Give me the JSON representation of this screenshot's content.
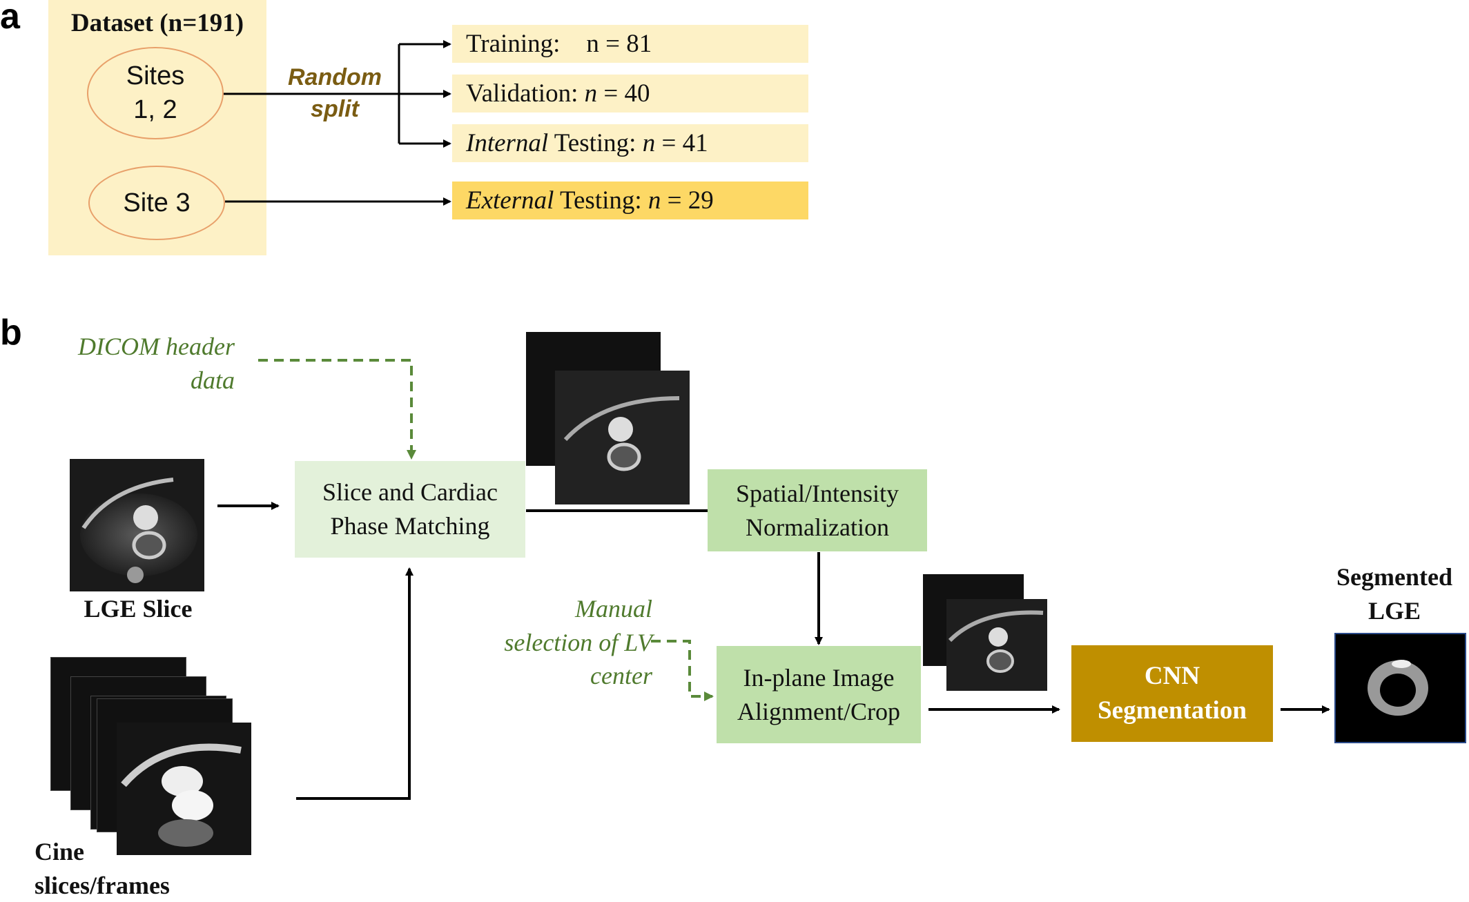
{
  "panel_a": {
    "label": "a",
    "dataset_title": "Dataset (n=191)",
    "sites_12": [
      "Sites",
      "1, 2"
    ],
    "site_3": "Site 3",
    "random_split": [
      "Random",
      "split"
    ],
    "training_label": "Training:",
    "training_value": "n = 81",
    "validation_label": "Validation: ",
    "validation_n": "n",
    "validation_value": " = 40",
    "internal_italic": "Internal",
    "internal_rest": " Testing: ",
    "internal_n": "n",
    "internal_value": " = 41",
    "external_italic": "External",
    "external_rest": " Testing: ",
    "external_n": "n",
    "external_value": " = 29"
  },
  "panel_b": {
    "label": "b",
    "dicom_note": [
      "DICOM header",
      "data"
    ],
    "slice_matching": [
      "Slice and Cardiac",
      "Phase Matching"
    ],
    "normalization": [
      "Spatial/Intensity",
      "Normalization"
    ],
    "alignment": [
      "In-plane Image",
      "Alignment/Crop"
    ],
    "manual_note": [
      "Manual",
      "selection of LV",
      "center"
    ],
    "cnn": [
      "CNN",
      "Segmentation"
    ],
    "lge_slice_label": "LGE Slice",
    "cine_label": [
      "Cine",
      "slices/frames"
    ],
    "segmented_label": [
      "Segmented",
      "LGE"
    ]
  },
  "colors": {
    "dataset_bg": "#fdf1c6",
    "split_box_bg": "#fdf1c6",
    "external_box_bg": "#fdd865",
    "ellipse_stroke": "#e8a06a",
    "random_split_text": "#7a5c12",
    "light_green": "#e3f1da",
    "mid_green": "#bfe0aa",
    "dashed_green": "#5a8a3a",
    "cnn_bg": "#bf8f00",
    "cnn_text": "#ffffff"
  }
}
